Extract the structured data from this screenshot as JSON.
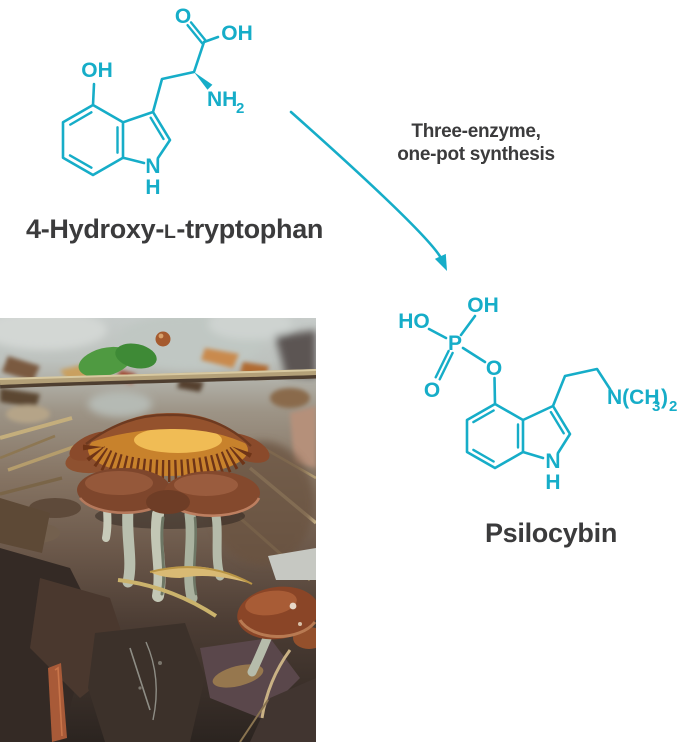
{
  "colors": {
    "structure_teal": "#16adc8",
    "label_gray": "#3b3b3c"
  },
  "reactant": {
    "name_prefix": "4-Hydroxy-",
    "name_stereo": "L",
    "name_suffix": "-tryptophan",
    "atoms": {
      "carbonyl_o": "O",
      "carboxyl_oh": "OH",
      "amine_nh": "NH",
      "amine_sub": "2",
      "phenol_oh": "OH",
      "ring_n": "N",
      "ring_nh": "H"
    }
  },
  "arrow": {
    "caption_line1": "Three-enzyme,",
    "caption_line2": "one-pot synthesis"
  },
  "product": {
    "name": "Psilocybin",
    "atoms": {
      "phosphate_ho": "HO",
      "phosphate_oh": "OH",
      "phosphorus": "P",
      "phosphoryl_o": "O",
      "bridging_o": "O",
      "ring_n": "N",
      "ring_nh": "H",
      "amine_main": "N(CH",
      "amine_sub3": "3",
      "amine_paren": ")",
      "amine_sub2": "2"
    }
  },
  "photo": {
    "description": "Psilocybe mushrooms growing among wood chips"
  }
}
